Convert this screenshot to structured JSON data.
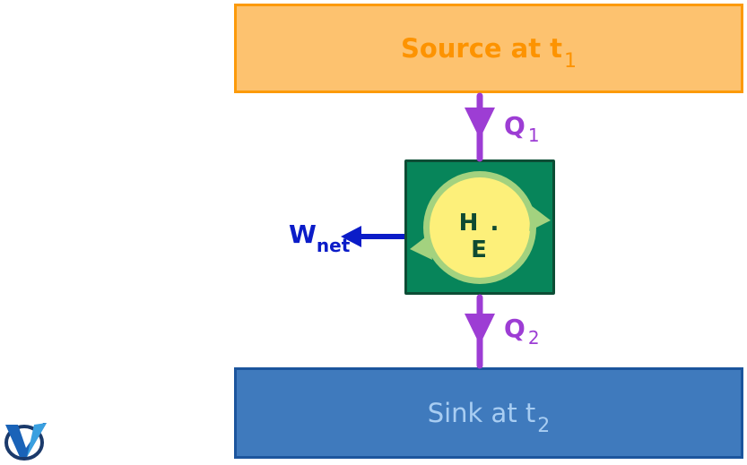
{
  "diagram": {
    "title": "Heat Engine Schematic",
    "source": {
      "label": "Source at t",
      "subscript": "1"
    },
    "sink": {
      "label": "Sink at t",
      "subscript": "2"
    },
    "engine": {
      "label": "H . E"
    },
    "heat_in": {
      "label": "Q",
      "subscript": "1"
    },
    "heat_out": {
      "label": "Q",
      "subscript": "2"
    },
    "work": {
      "label": "W",
      "subscript": "net"
    },
    "colors": {
      "source_fill": "#fdc26f",
      "source_border": "#fc9a0a",
      "sink_fill": "#3f7abd",
      "sink_border": "#1c559d",
      "engine_fill": "#07855a",
      "engine_circle": "#fdf07a",
      "cycle_arrow": "#a3d27f",
      "heat_arrow": "#9d3dd4",
      "work_arrow": "#0b1cc8"
    }
  },
  "logo": {
    "icon": "v-logo-icon"
  }
}
